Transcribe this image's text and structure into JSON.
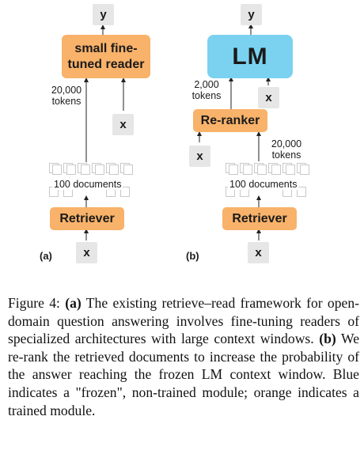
{
  "panel_a": {
    "label": "(a)",
    "output_y": "y",
    "reader": "small fine-tuned reader",
    "reader_line1": "small fine-",
    "reader_line2": "tuned reader",
    "input_x_reader": "x",
    "token_label_line1": "20,000",
    "token_label_line2": "tokens",
    "docs_label": "100 documents",
    "retriever": "Retriever",
    "input_x": "x"
  },
  "panel_b": {
    "label": "(b)",
    "output_y": "y",
    "lm": "LM",
    "input_x_lm": "x",
    "lm_tokens_line1": "2,000",
    "lm_tokens_line2": "tokens",
    "reranker": "Re-ranker",
    "input_x_reranker": "x",
    "rerank_tokens_line1": "20,000",
    "rerank_tokens_line2": "tokens",
    "docs_label": "100 documents",
    "retriever": "Retriever",
    "input_x": "x"
  },
  "caption": {
    "prefix": "Figure 4: ",
    "a_marker": "(a)",
    "a_text": " The existing retrieve–read framework for open-domain question answering involves fine-tuning readers of specialized architectures with large context windows. ",
    "b_marker": "(b)",
    "b_text": " We re-rank the retrieved documents to increase the probability of the answer reaching the frozen LM context window. Blue indicates a \"frozen\", non-trained module; orange indicates a trained module."
  },
  "colors": {
    "trained_orange": "#f8b26a",
    "frozen_blue": "#7ad2f0",
    "io_gray": "#e6e6e6"
  }
}
